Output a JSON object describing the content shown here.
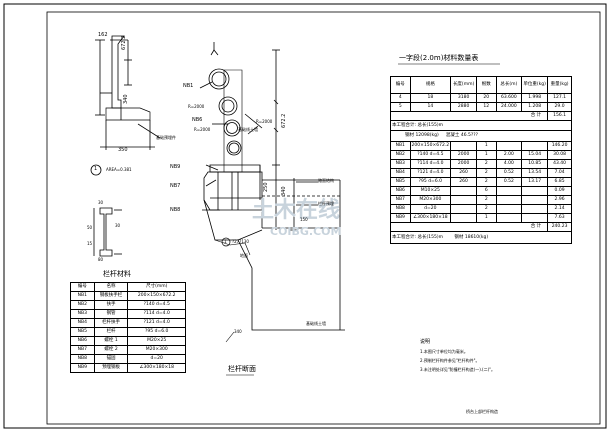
{
  "railing_table": {
    "title": "栏杆材料",
    "headers": [
      "编号",
      "名称",
      "尺寸(mm)"
    ],
    "rows": [
      [
        "NB1",
        "钢板扶手栏",
        "200×150×672.2"
      ],
      [
        "NB2",
        "扶手",
        "?140 d=4.5"
      ],
      [
        "NB3",
        "钢管",
        "?114 d=4.0"
      ],
      [
        "NB4",
        "栏杆扶手",
        "?121 d=4.0"
      ],
      [
        "NB5",
        "栏杆",
        "?95 d=6.0"
      ],
      [
        "NB6",
        "螺栓 1",
        "M20×25"
      ],
      [
        "NB7",
        "螺栓 2",
        "M20×300"
      ],
      [
        "NB8",
        "锚固",
        "d=20"
      ],
      [
        "NB9",
        "预埋钢板",
        "∠300×180×18"
      ]
    ]
  },
  "quantity_table": {
    "title_prefix": "一字段(",
    "title_value": "2.0m",
    "title_suffix": ")材料数量表",
    "headers": [
      "编号",
      "规格",
      "长度(mm)",
      "根数",
      "总长(m)",
      "单位重(kg)",
      "重量(kg)"
    ],
    "rebar_rows": [
      [
        "4",
        "18",
        "3180",
        "20",
        "63.600",
        "1.998",
        "127.1"
      ],
      [
        "5",
        "14",
        "2880",
        "12",
        "24.000",
        "1.208",
        "29.0"
      ]
    ],
    "rebar_total": [
      "合 计",
      "156.1"
    ],
    "section_label": "本工程合计:",
    "section_weight": "总长(155)m",
    "steel_weight_label": "钢材",
    "steel_weight_value": "12098(kg)",
    "concrete_label": "混凝土",
    "concrete_value": "46.5???",
    "steel_rows": [
      [
        "NB1",
        "200×150×672.2",
        "",
        "1",
        "",
        "",
        "146.20"
      ],
      [
        "NB2",
        "?140 d=4.5",
        "2000",
        "1",
        "2.00",
        "15.04",
        "30.08"
      ],
      [
        "NB3",
        "?114 d=4.0",
        "2000",
        "2",
        "4.00",
        "10.85",
        "43.40"
      ],
      [
        "NB4",
        "?121 d=4.0",
        "260",
        "2",
        "0.52",
        "13.54",
        "7.04"
      ],
      [
        "NB5",
        "?95 d=6.0",
        "260",
        "2",
        "0.52",
        "13.17",
        "6.85"
      ],
      [
        "NB6",
        "M10×25",
        "",
        "6",
        "",
        "",
        "0.09"
      ],
      [
        "NB7",
        "M20×300",
        "",
        "2",
        "",
        "",
        "2.96"
      ],
      [
        "NB8",
        "d=20",
        "",
        "2",
        "",
        "",
        "2.14"
      ],
      [
        "NB9",
        "∠300×180×18",
        "",
        "1",
        "",
        "",
        "7.63"
      ]
    ],
    "steel_total": [
      "合 计",
      "240.23"
    ],
    "footer_label": "本工程合计:",
    "footer_length": "总长(155)m",
    "footer_steel": "钢材 18610(kg)"
  },
  "notes": {
    "title": "说明",
    "items": [
      "1.本图尺寸单位均为毫米。",
      "2.预制栏杆构件参见\"栏杆构件\"。",
      "3.未注明处详见\"防撞栏杆构造(一).(二)\"。"
    ]
  },
  "drawing_labels": {
    "dim_162": "162",
    "dim_672": "672.2",
    "dim_340a": "340",
    "dim_340b": "340",
    "dim_350": "350",
    "area_label": "AREA=0.381",
    "circle_1": "1",
    "nb1": "NB1",
    "nb6": "NB6",
    "nb9": "NB9",
    "nb7": "NB7",
    "nb8": "NB8",
    "r2000a": "R=2000",
    "r2000b": "R=2000",
    "r_side": "R=2000",
    "anchor_note": "基础预埋件",
    "road_surface": "路面结构",
    "anchor_bar": "栏杆预埋",
    "base_line": "基础线土墙",
    "base_line2": "基础线土墙",
    "bolt_note": "?27?130",
    "circle_1b": "1",
    "arrow_note": "地面",
    "section_title": "栏杆断面",
    "dim_672b": "672.2",
    "dim_250": "250",
    "dim_340c": "340",
    "dim_150": "150",
    "small_dims": [
      "30",
      "50",
      "15",
      "30",
      "80"
    ],
    "drawing_title": "桥台上部栏杆构造"
  },
  "watermark": {
    "brand": "土木在线",
    "url": "COIBG.COM"
  }
}
